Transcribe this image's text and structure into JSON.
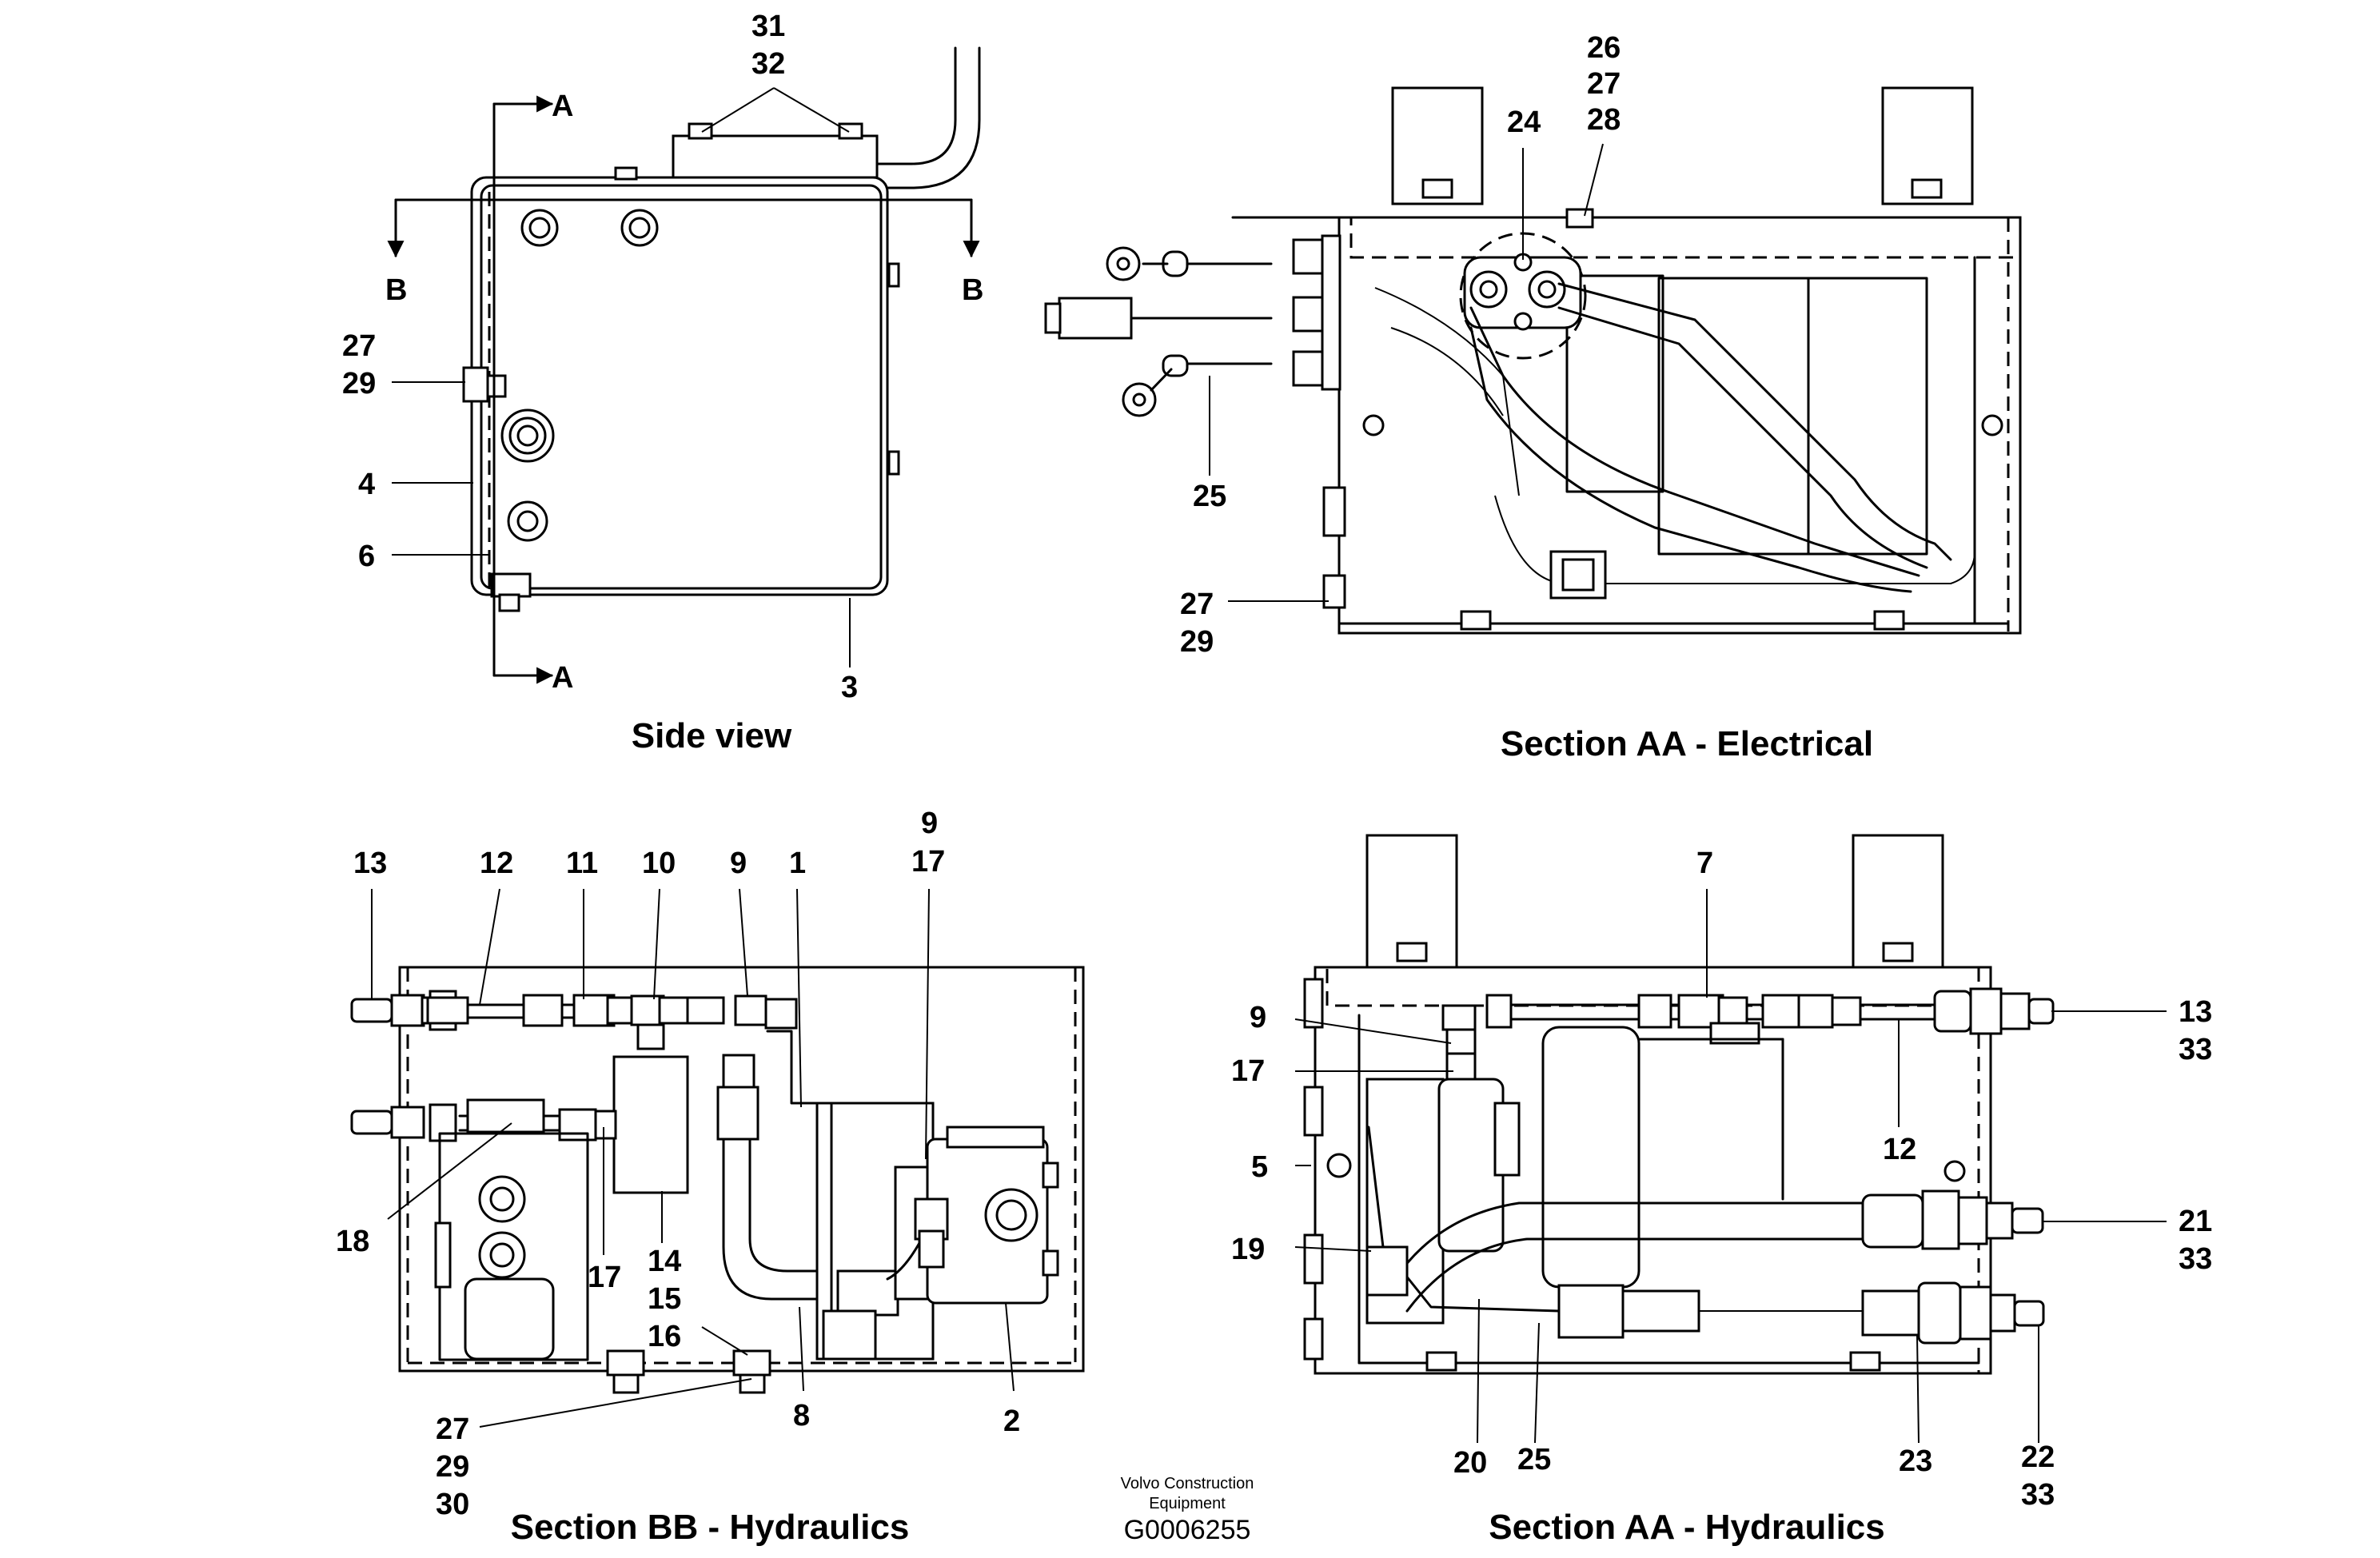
{
  "titles": {
    "side_view": "Side view",
    "section_aa_electrical": "Section AA - Electrical",
    "section_bb_hydraulics": "Section BB - Hydraulics",
    "section_aa_hydraulics": "Section AA - Hydraulics"
  },
  "footer": {
    "company_line1": "Volvo Construction",
    "company_line2": "Equipment",
    "drawing_code": "G0006255"
  },
  "section_markers": {
    "a": "A",
    "b": "B"
  },
  "side_view": {
    "callouts": {
      "c31": "31",
      "c32": "32",
      "c27": "27",
      "c29": "29",
      "c4": "4",
      "c6": "6",
      "c3": "3"
    }
  },
  "electrical": {
    "callouts": {
      "c26": "26",
      "c27": "27",
      "c28": "28",
      "c24": "24",
      "c25": "25",
      "c27b": "27",
      "c29b": "29"
    }
  },
  "hydraulics_bb": {
    "callouts": {
      "c13": "13",
      "c12": "12",
      "c11": "11",
      "c10": "10",
      "c9": "9",
      "c1": "1",
      "c9b": "9",
      "c17b": "17",
      "c18": "18",
      "c17": "17",
      "c14": "14",
      "c15": "15",
      "c16": "16",
      "c8": "8",
      "c2": "2",
      "c27": "27",
      "c29": "29",
      "c30": "30"
    }
  },
  "hydraulics_aa": {
    "callouts": {
      "c7": "7",
      "c9": "9",
      "c17": "17",
      "c5": "5",
      "c19": "19",
      "c13": "13",
      "c33a": "33",
      "c12": "12",
      "c21": "21",
      "c33b": "33",
      "c20": "20",
      "c25": "25",
      "c23": "23",
      "c22": "22",
      "c33c": "33"
    }
  }
}
